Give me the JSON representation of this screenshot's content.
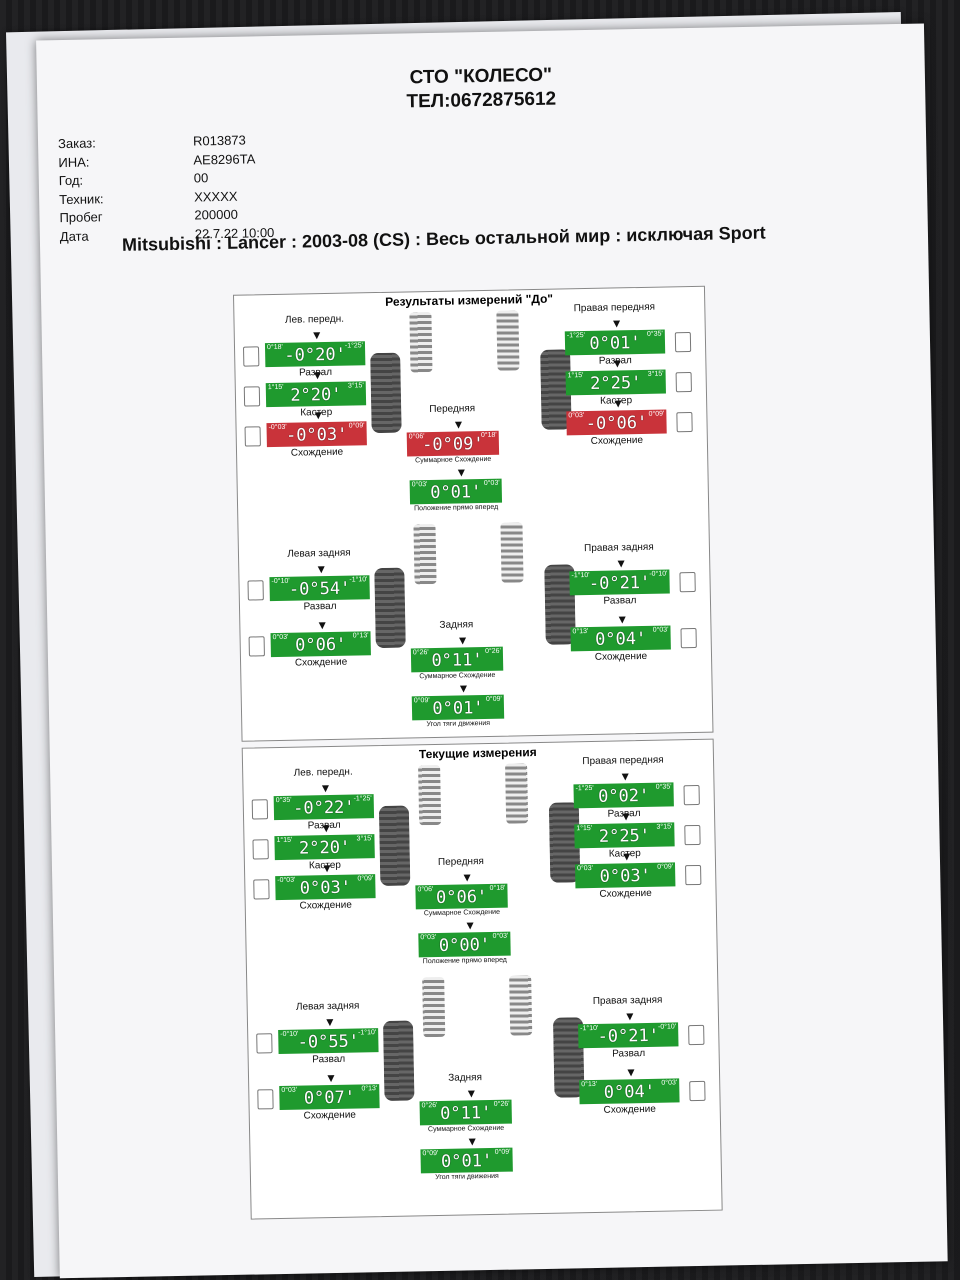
{
  "header": {
    "shop": "СТО \"КОЛЕСО\"",
    "phone": "ТЕЛ:0672875612"
  },
  "info": [
    {
      "label": "Заказ:",
      "value": "R013873"
    },
    {
      "label": "ИНА:",
      "value": "AE8296TA"
    },
    {
      "label": "Год:",
      "value": "00"
    },
    {
      "label": "Техник:",
      "value": "XXXXX"
    },
    {
      "label": "Пробег",
      "value": "200000"
    },
    {
      "label": "Дата",
      "value": "22.7.22 10:00"
    }
  ],
  "vehicle": "Mitsubishi : Lancer : 2003-08 (CS) : Весь остальной мир : исключая Sport",
  "colors": {
    "ok": "#1f9a2e",
    "bad": "#c9333a"
  },
  "before": {
    "title": "Результаты измерений \"До\"",
    "front_left": {
      "name": "Лев. передн.",
      "camber": {
        "lo": "0°18'",
        "hi": "-1°25'",
        "value": "-0°20'",
        "label": "Развал",
        "status": "ok"
      },
      "caster": {
        "lo": "1°15'",
        "hi": "3°15'",
        "value": "2°20'",
        "label": "Кастер",
        "status": "ok"
      },
      "toe": {
        "lo": "-0°03'",
        "hi": "0°09'",
        "value": "-0°03'",
        "label": "Схождение",
        "status": "bad"
      }
    },
    "front_right": {
      "name": "Правая передняя",
      "camber": {
        "lo": "-1°25'",
        "hi": "0°35'",
        "value": "0°01'",
        "label": "Развал",
        "status": "ok"
      },
      "caster": {
        "lo": "1°15'",
        "hi": "3°15'",
        "value": "2°25'",
        "label": "Кастер",
        "status": "ok"
      },
      "toe": {
        "lo": "0°03'",
        "hi": "0°09'",
        "value": "-0°06'",
        "label": "Схождение",
        "status": "bad"
      }
    },
    "front_total": {
      "name": "Передняя",
      "lo": "0°06'",
      "hi": "0°18'",
      "value": "-0°09'",
      "label": "Суммарное Схождение",
      "status": "bad"
    },
    "straight": {
      "lo": "0°03'",
      "hi": "0°03'",
      "value": "0°01'",
      "label": "Положение прямо вперед",
      "status": "ok"
    },
    "rear_left": {
      "name": "Левая задняя",
      "camber": {
        "lo": "-0°10'",
        "hi": "-1°10'",
        "value": "-0°54'",
        "label": "Развал",
        "status": "ok"
      },
      "toe": {
        "lo": "0°03'",
        "hi": "0°13'",
        "value": "0°06'",
        "label": "Схождение",
        "status": "ok"
      }
    },
    "rear_right": {
      "name": "Правая задняя",
      "camber": {
        "lo": "-1°10'",
        "hi": "-0°10'",
        "value": "-0°21'",
        "label": "Развал",
        "status": "ok"
      },
      "toe": {
        "lo": "0°13'",
        "hi": "0°03'",
        "value": "0°04'",
        "label": "Схождение",
        "status": "ok"
      }
    },
    "rear_total": {
      "name": "Задняя",
      "lo": "0°26'",
      "hi": "0°26'",
      "value": "0°11'",
      "label": "Суммарное Схождение",
      "status": "ok"
    },
    "thrust": {
      "lo": "0°09'",
      "hi": "0°09'",
      "value": "0°01'",
      "label": "Угол тяги движения",
      "status": "ok"
    }
  },
  "current": {
    "title": "Текущие измерения",
    "front_left": {
      "name": "Лев. передн.",
      "camber": {
        "lo": "0°35'",
        "hi": "-1°25'",
        "value": "-0°22'",
        "label": "Развал",
        "status": "ok"
      },
      "caster": {
        "lo": "1°15'",
        "hi": "3°15'",
        "value": "2°20'",
        "label": "Кастер",
        "status": "ok"
      },
      "toe": {
        "lo": "-0°03'",
        "hi": "0°09'",
        "value": "0°03'",
        "label": "Схождение",
        "status": "ok"
      }
    },
    "front_right": {
      "name": "Правая передняя",
      "camber": {
        "lo": "-1°25'",
        "hi": "0°35'",
        "value": "0°02'",
        "label": "Развал",
        "status": "ok"
      },
      "caster": {
        "lo": "1°15'",
        "hi": "3°15'",
        "value": "2°25'",
        "label": "Кастер",
        "status": "ok"
      },
      "toe": {
        "lo": "0°03'",
        "hi": "0°09'",
        "value": "0°03'",
        "label": "Схождение",
        "status": "ok"
      }
    },
    "front_total": {
      "name": "Передняя",
      "lo": "0°06'",
      "hi": "0°18'",
      "value": "0°06'",
      "label": "Суммарное Схождение",
      "status": "ok"
    },
    "straight": {
      "lo": "0°03'",
      "hi": "0°03'",
      "value": "0°00'",
      "label": "Положение прямо вперед",
      "status": "ok"
    },
    "rear_left": {
      "name": "Левая задняя",
      "camber": {
        "lo": "-0°10'",
        "hi": "-1°10'",
        "value": "-0°55'",
        "label": "Развал",
        "status": "ok"
      },
      "toe": {
        "lo": "0°03'",
        "hi": "0°13'",
        "value": "0°07'",
        "label": "Схождение",
        "status": "ok"
      }
    },
    "rear_right": {
      "name": "Правая задняя",
      "camber": {
        "lo": "-1°10'",
        "hi": "-0°10'",
        "value": "-0°21'",
        "label": "Развал",
        "status": "ok"
      },
      "toe": {
        "lo": "0°13'",
        "hi": "0°03'",
        "value": "0°04'",
        "label": "Схождение",
        "status": "ok"
      }
    },
    "rear_total": {
      "name": "Задняя",
      "lo": "0°26'",
      "hi": "0°26'",
      "value": "0°11'",
      "label": "Суммарное Схождение",
      "status": "ok"
    },
    "thrust": {
      "lo": "0°09'",
      "hi": "0°09'",
      "value": "0°01'",
      "label": "Угол тяги движения",
      "status": "ok"
    }
  }
}
